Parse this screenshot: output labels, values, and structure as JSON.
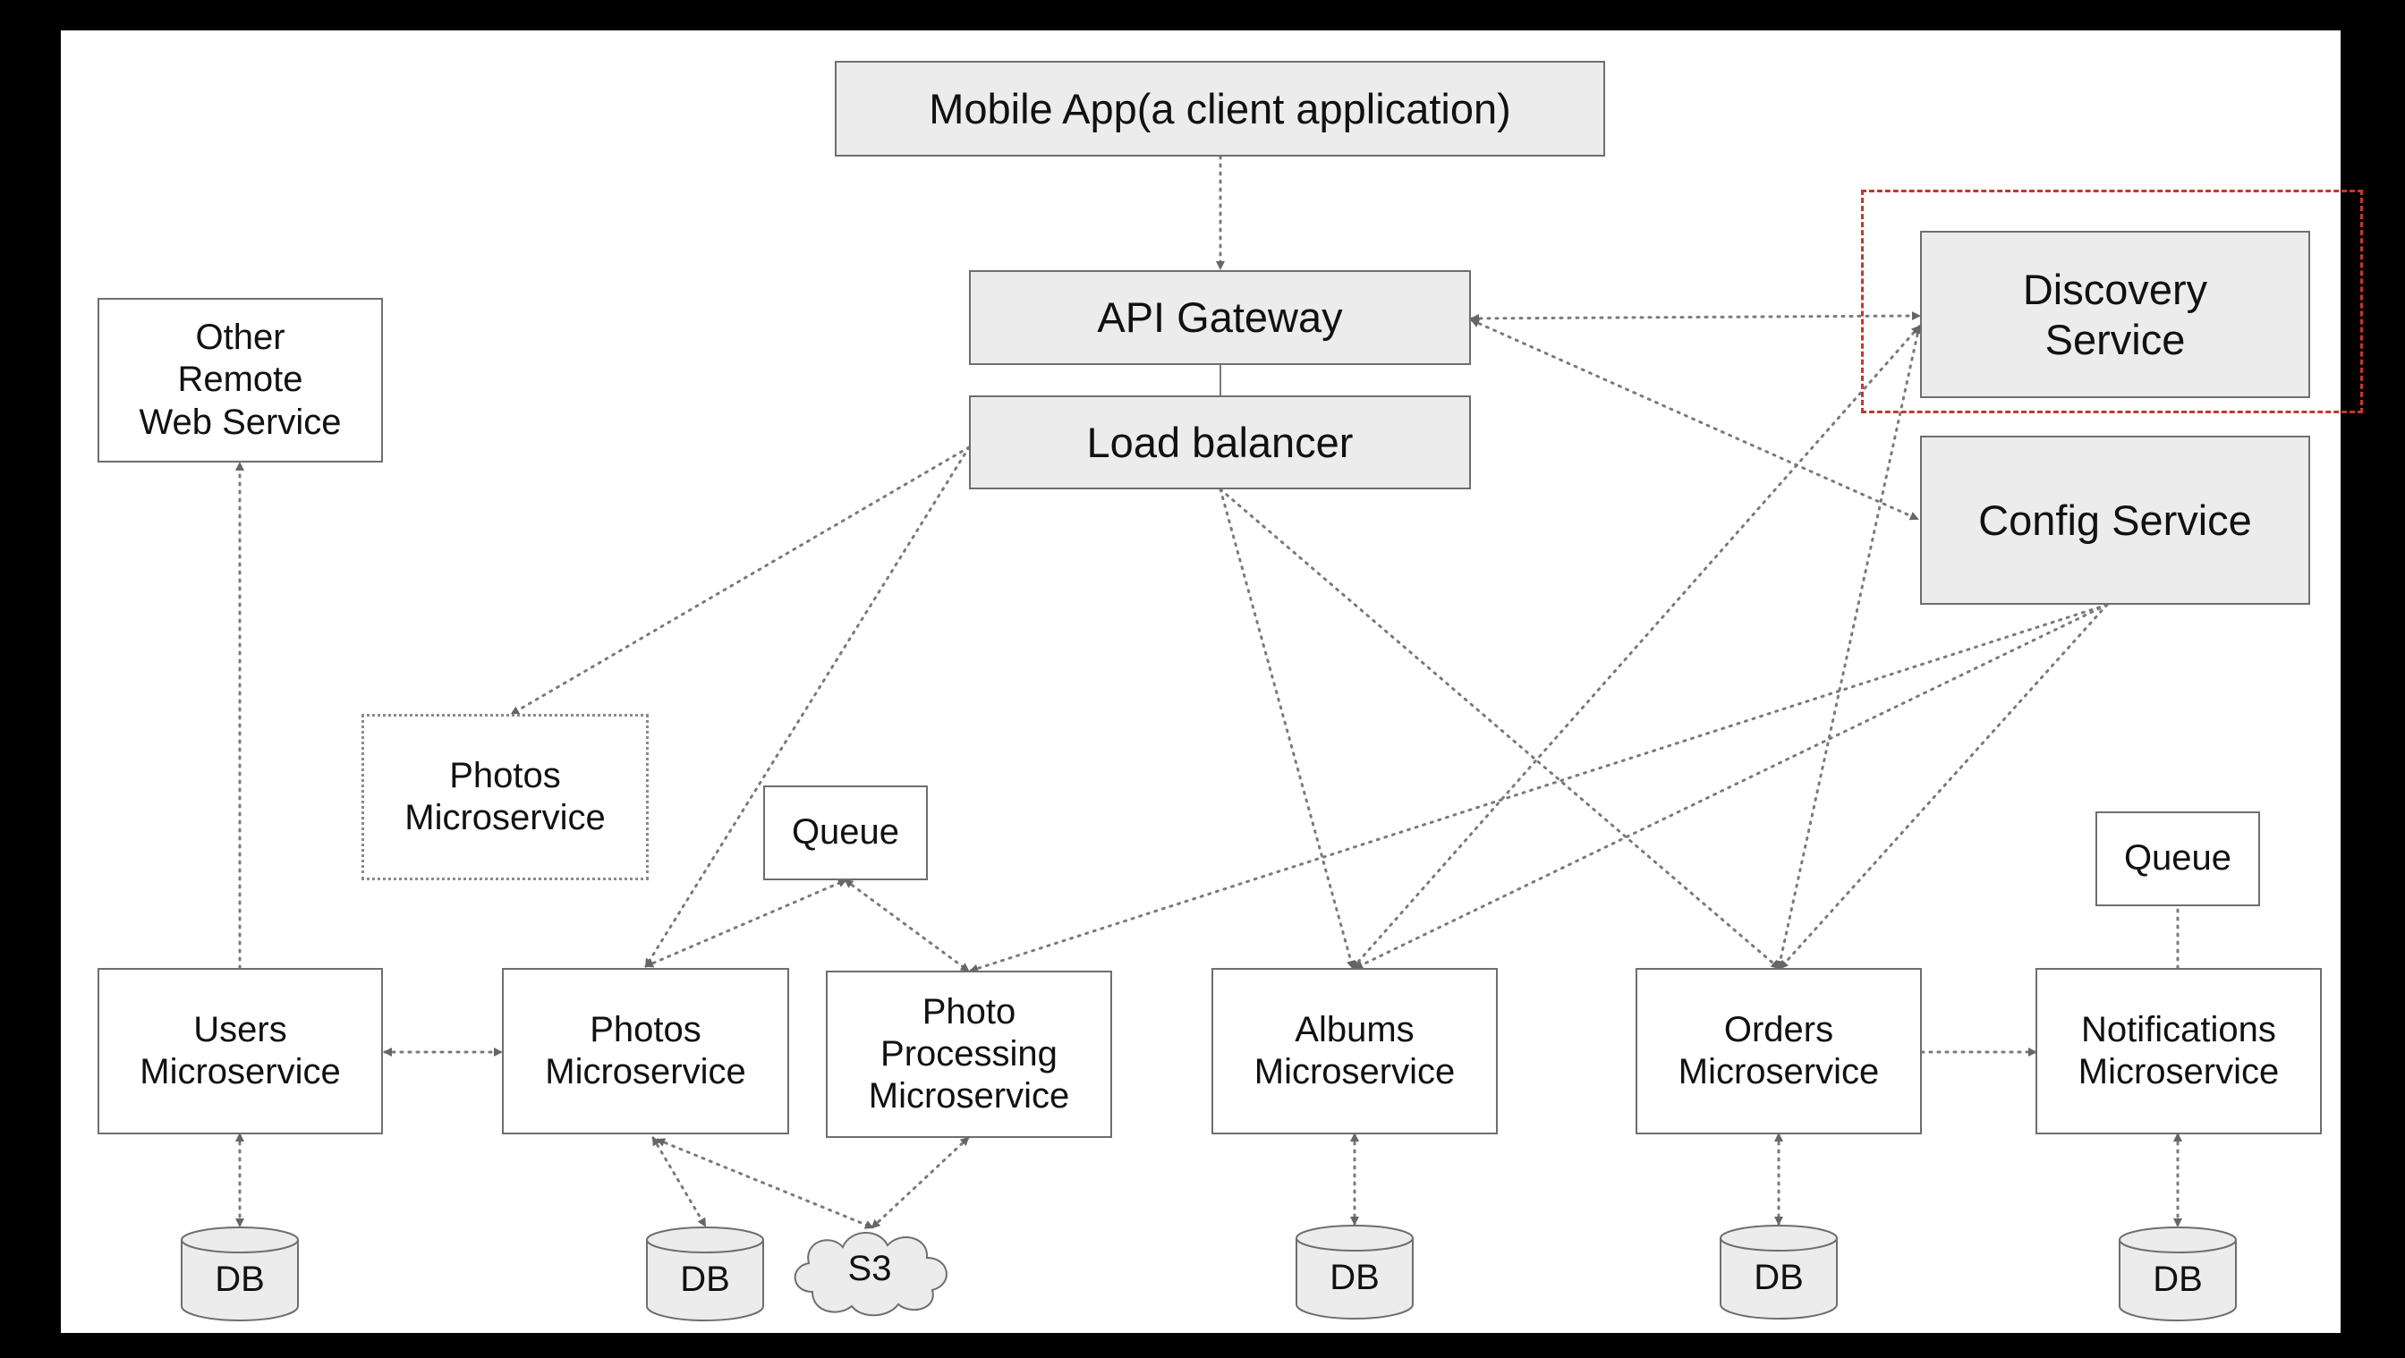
{
  "nodes": {
    "mobile_app": "Mobile App(a client application)",
    "api_gateway": "API Gateway",
    "load_balancer": "Load balancer",
    "discovery_service": "Discovery\nService",
    "config_service": "Config Service",
    "other_remote": "Other\nRemote\nWeb Service",
    "photos_ms_dotted": "Photos\nMicroservice",
    "queue_left": "Queue",
    "queue_right": "Queue",
    "users_ms": "Users\nMicroservice",
    "photos_ms": "Photos\nMicroservice",
    "photo_processing_ms": "Photo\nProcessing\nMicroservice",
    "albums_ms": "Albums\nMicroservice",
    "orders_ms": "Orders\nMicroservice",
    "notifications_ms": "Notifications\nMicroservice"
  },
  "stores": {
    "db_users": "DB",
    "db_photos": "DB",
    "s3": "S3",
    "db_albums": "DB",
    "db_orders": "DB",
    "db_notifications": "DB"
  },
  "colors": {
    "highlight_frame": "#c0392b",
    "service_fill": "#ececec",
    "connector": "#7a7a7a"
  }
}
